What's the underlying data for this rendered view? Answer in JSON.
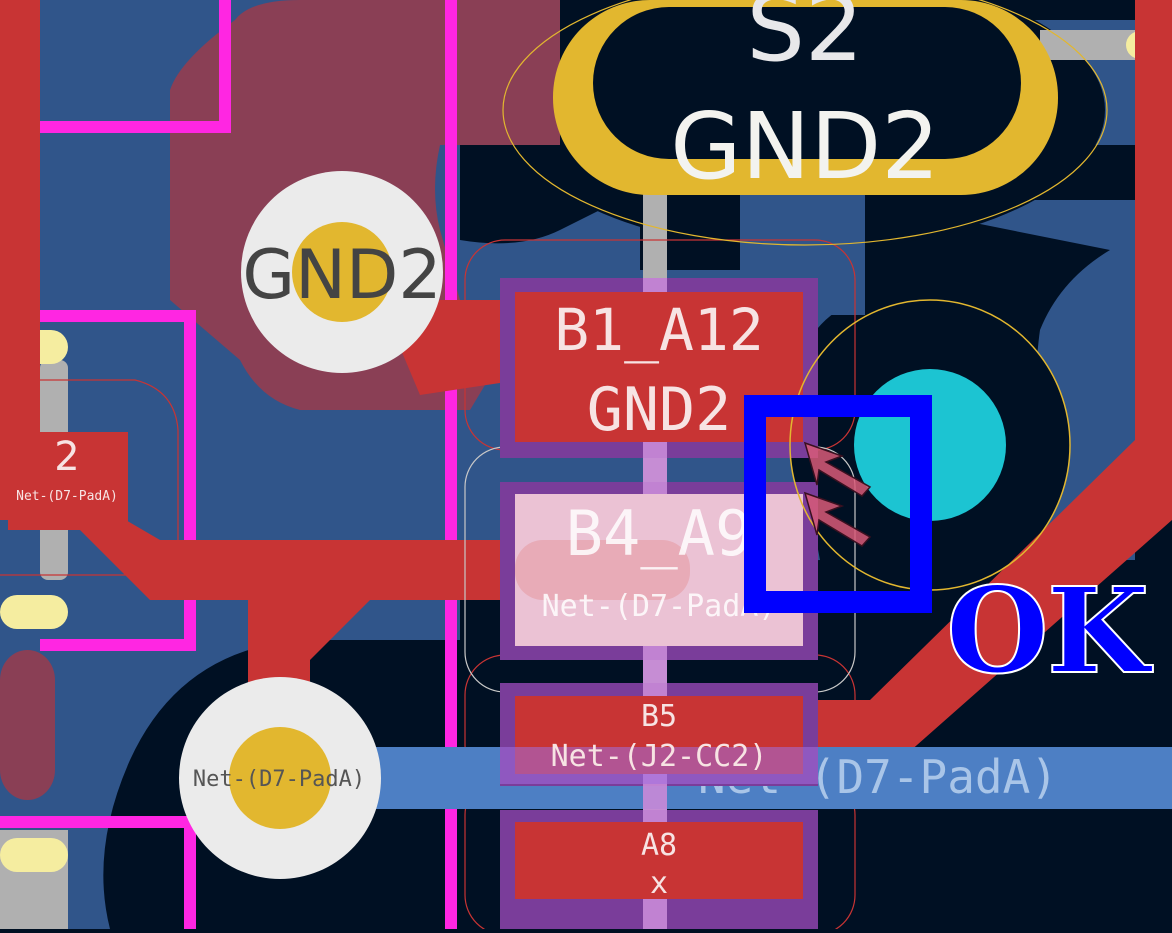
{
  "app": "PCB editor canvas",
  "colors": {
    "background": "#001023",
    "copper_front": "#c83434",
    "copper_back": "#4d7fc4",
    "zone_back": "#30558a",
    "zone_front": "#8a3f55",
    "silkscreen": "#f0f0f0",
    "edge_magenta": "#ff26e2",
    "pad_gold": "#e2b72f",
    "via_ring": "#e8e8e8",
    "mask_purple": "#8d5ac8",
    "drill_cyan": "#1cc4d2",
    "selection_blue": "#0000ff",
    "courtyard_red": "#c83434",
    "fab_yellow": "#f5eda0"
  },
  "pads": {
    "s2": {
      "number": "S2",
      "net": "GND2"
    },
    "via_gnd2": {
      "net": "GND2"
    },
    "b1_a12": {
      "number": "B1_A12",
      "net": "GND2"
    },
    "b4_a9": {
      "number": "B4_A9",
      "net": "Net-(D7-PadA)"
    },
    "b5": {
      "number": "B5",
      "net": "Net-(J2-CC2)"
    },
    "a8": {
      "number": "A8",
      "net": "x"
    },
    "d7_pad2": {
      "number": "2",
      "net": "Net-(D7-PadA)"
    },
    "via_d7": {
      "net": "Net-(D7-PadA)"
    }
  },
  "track_labels": {
    "back_track": "Net-(D7-PadA)"
  },
  "status": {
    "ok_label": "OK"
  },
  "cursor": {
    "icon": "cursor-arrows-icon",
    "count": 2
  }
}
